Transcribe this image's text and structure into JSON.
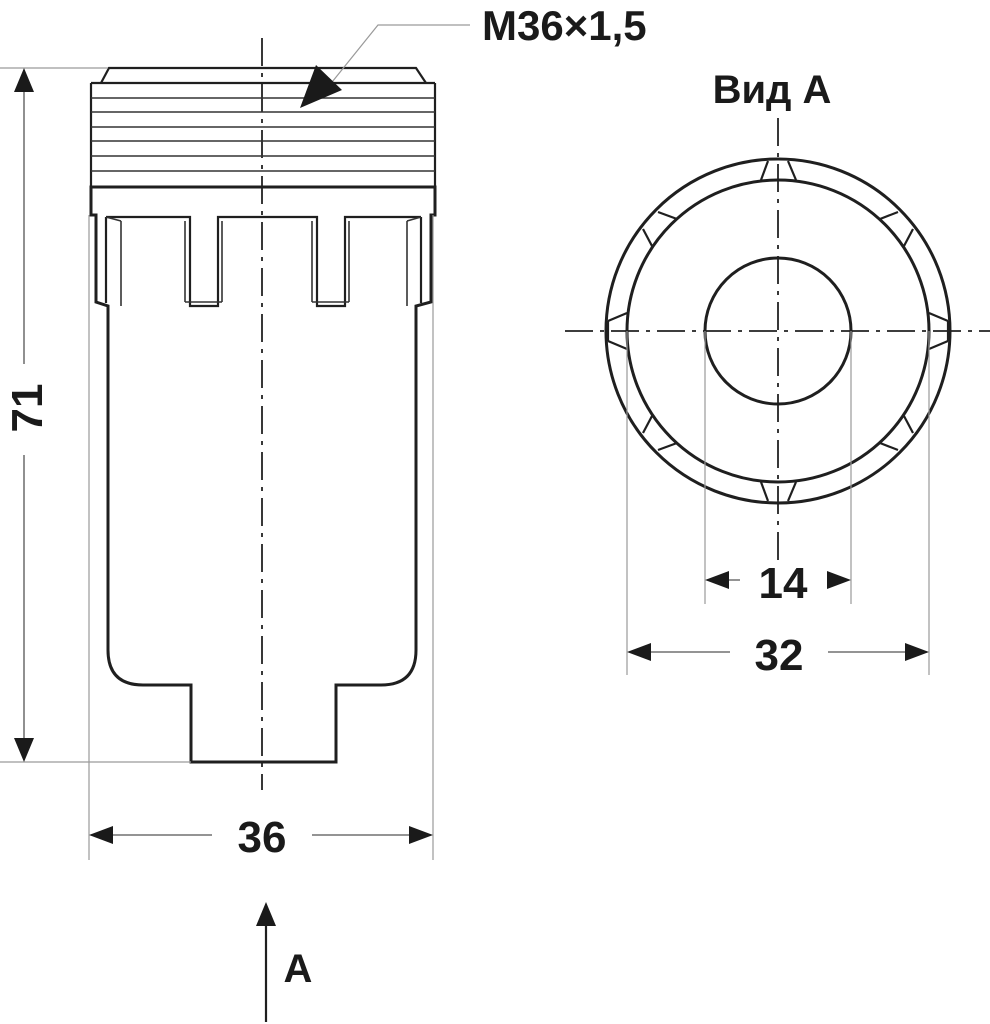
{
  "drawing": {
    "thread_label": "M36×1,5",
    "view_label": "Вид А",
    "view_arrow_label": "A",
    "dimensions": {
      "overall_height": "71",
      "overall_width": "36",
      "inner_diameter": "14",
      "outer_diameter": "32"
    },
    "stroke_color": "#1f1f1f",
    "extension_line_color": "#9a9a9a"
  }
}
